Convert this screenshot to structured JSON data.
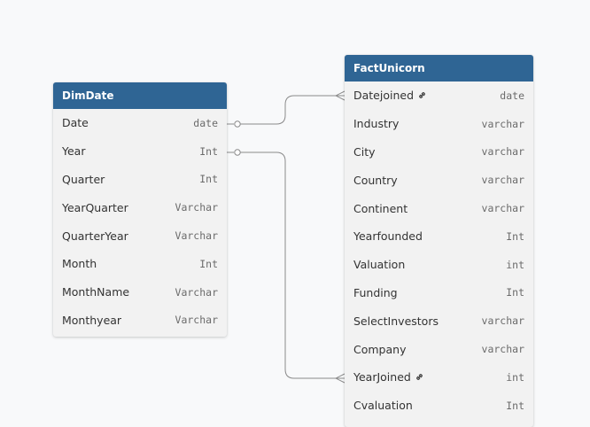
{
  "tables": {
    "dimdate": {
      "title": "DimDate",
      "columns": [
        {
          "name": "Date",
          "type": "date"
        },
        {
          "name": "Year",
          "type": "Int"
        },
        {
          "name": "Quarter",
          "type": "Int"
        },
        {
          "name": "YearQuarter",
          "type": "Varchar"
        },
        {
          "name": "QuarterYear",
          "type": "Varchar"
        },
        {
          "name": "Month",
          "type": "Int"
        },
        {
          "name": "MonthName",
          "type": "Varchar"
        },
        {
          "name": "Monthyear",
          "type": "Varchar"
        }
      ]
    },
    "factunicorn": {
      "title": "FactUnicorn",
      "columns": [
        {
          "name": "Datejoined",
          "type": "date"
        },
        {
          "name": "Industry",
          "type": "varchar"
        },
        {
          "name": "City",
          "type": "varchar"
        },
        {
          "name": "Country",
          "type": "varchar"
        },
        {
          "name": "Continent",
          "type": "varchar"
        },
        {
          "name": "Yearfounded",
          "type": "Int"
        },
        {
          "name": "Valuation",
          "type": "int"
        },
        {
          "name": "Funding",
          "type": "Int"
        },
        {
          "name": "SelectInvestors",
          "type": "varchar"
        },
        {
          "name": "Company",
          "type": "varchar"
        },
        {
          "name": "YearJoined",
          "type": "int"
        },
        {
          "name": "Cvaluation",
          "type": "Int"
        }
      ]
    }
  },
  "icons": {
    "foreign_key": "link-icon"
  },
  "colors": {
    "header_bg": "#2f6594",
    "table_bg": "#f2f2f2",
    "canvas_bg": "#f8f9fa",
    "connector": "#8a8a8a"
  }
}
